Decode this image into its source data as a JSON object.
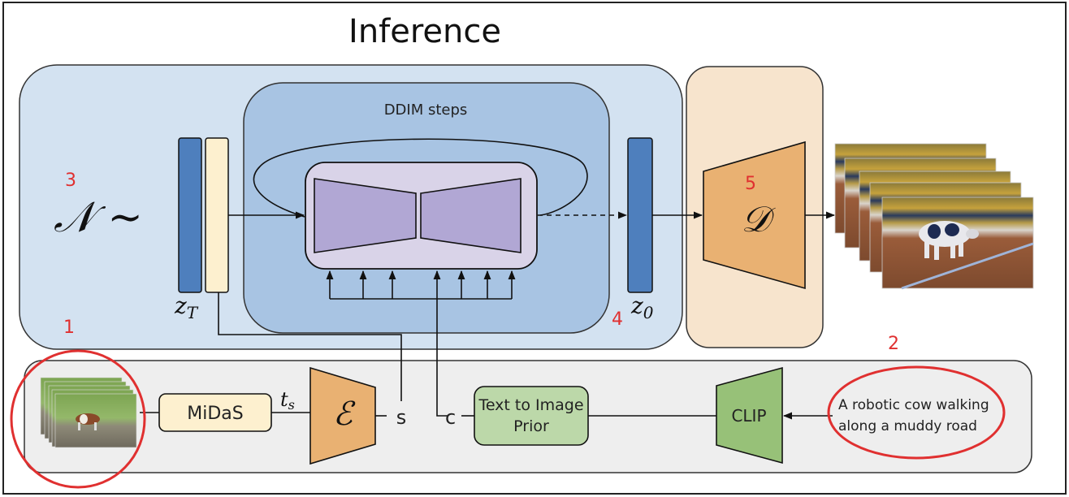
{
  "title": "Inference",
  "colors": {
    "outer_panel": "#d3e2f1",
    "ddim_panel": "#a8c4e3",
    "unet_box": "#d9d3e8",
    "unet_block": "#b1a7d4",
    "latent_blue": "#4e7fbd",
    "latent_cream": "#fdf0cf",
    "decoder_panel": "#f7e4cd",
    "decoder_encoder": "#e9b172",
    "bottom_panel": "#eeeeee",
    "midas_box": "#fdf0cf",
    "prior_box": "#bcd8a9",
    "clip": "#97c178",
    "annotation_red": "#e03030"
  },
  "inference": {
    "ddim_label": "DDIM steps",
    "noise_symbol": "𝒩 ∼",
    "zT_label": "z",
    "zT_sub": "T",
    "z0_label": "z",
    "z0_sub": "0",
    "decoder_symbol": "𝒟"
  },
  "conditioning": {
    "midas_label": "MiDaS",
    "ts_label": "t",
    "ts_sub": "s",
    "encoder_symbol": "ℰ",
    "s_label": "s",
    "c_label": "c",
    "prior_line1": "Text to Image",
    "prior_line2": "Prior",
    "clip_label": "CLIP",
    "prompt_line1": "A robotic cow walking",
    "prompt_line2": "along a muddy road"
  },
  "annotations": [
    {
      "id": "1",
      "text": "1"
    },
    {
      "id": "2",
      "text": "2"
    },
    {
      "id": "3",
      "text": "3"
    },
    {
      "id": "4",
      "text": "4"
    },
    {
      "id": "5",
      "text": "5"
    }
  ],
  "images": {
    "input_video": "input-video-frames (cow on grass)",
    "output_video": "output-video-frames (robotic cow on muddy road)"
  }
}
